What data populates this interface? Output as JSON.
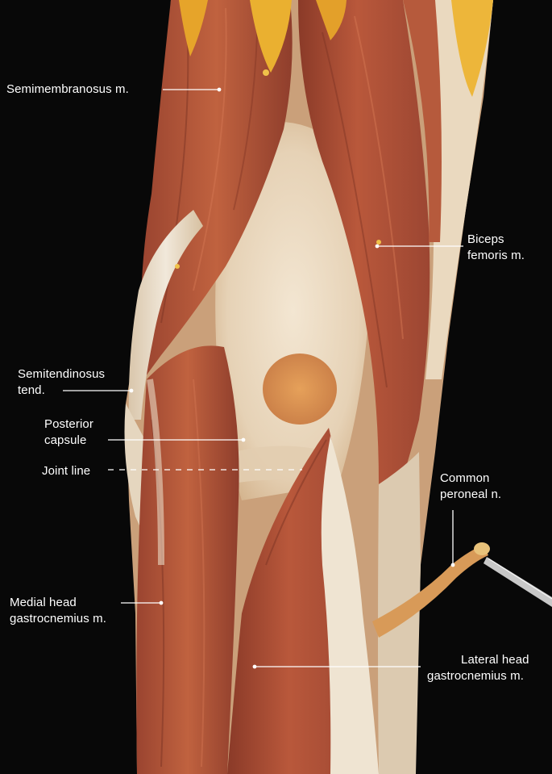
{
  "figure": {
    "subject": "Posterior view of knee dissection",
    "colors": {
      "background": "#080808",
      "muscle": "#b5553a",
      "fat": "#e8a82a",
      "tendon_capsule": "#e9dcc9",
      "leader_line": "#ffffff"
    }
  },
  "labels": {
    "semimembranosus": "Semimembranosus m.",
    "biceps_line1": "Biceps",
    "biceps_line2": "femoris m.",
    "semitendinosus_line1": "Semitendinosus",
    "semitendinosus_line2": "tend.",
    "capsule_line1": "Posterior",
    "capsule_line2": "capsule",
    "joint_line": "Joint line",
    "peroneal_line1": "Common",
    "peroneal_line2": "peroneal n.",
    "medial_line1": "Medial head",
    "medial_line2": "gastrocnemius m.",
    "lateral_line1": "Lateral head",
    "lateral_line2": "gastrocnemius m."
  }
}
